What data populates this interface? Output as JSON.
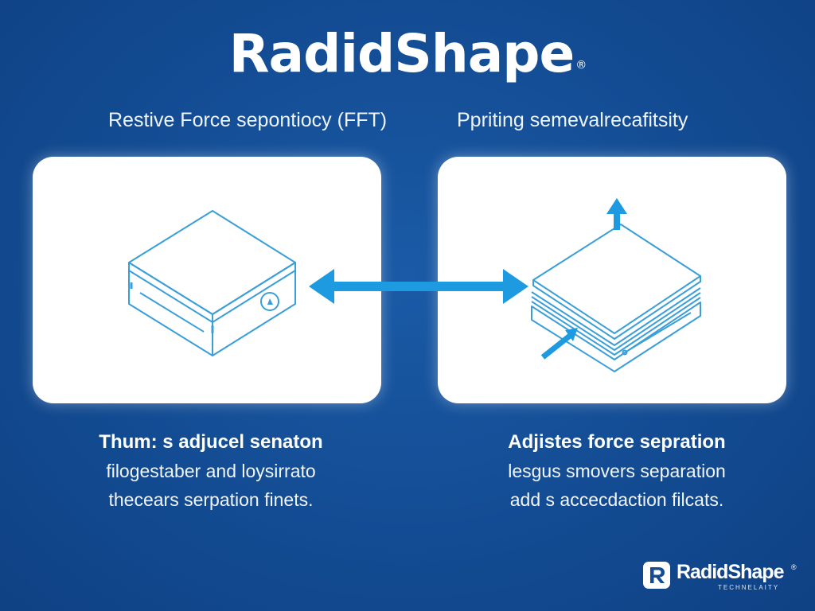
{
  "header": {
    "title": "RadidShape",
    "trademark": "®",
    "subtitle_left": "Restive Force sepontiocy (FFT)",
    "subtitle_right": "Ppriting semevalrecafitsity"
  },
  "panels": {
    "left": {
      "caption_heading": "Thum: s adjucel senaton",
      "caption_line_1": "filogestaber and loysirrato",
      "caption_line_2": "thecears serpation finets."
    },
    "right": {
      "caption_heading": "Adjistes force sepration",
      "caption_line_1": "lesgus smovers separation",
      "caption_line_2": "add s accecdaction filcats."
    }
  },
  "footer_brand": {
    "name": "RadidShape",
    "trademark": "®",
    "tagline": "TECHNELAITY"
  },
  "colors": {
    "background": "#134c93",
    "panel": "#ffffff",
    "icon_stroke": "#3a9fd8",
    "arrow": "#1e9be0"
  },
  "icons": {
    "left_panel": "closed-box-icon",
    "right_panel": "open-box-icon",
    "connector": "double-arrow-icon",
    "brand": "r-logo-icon"
  }
}
